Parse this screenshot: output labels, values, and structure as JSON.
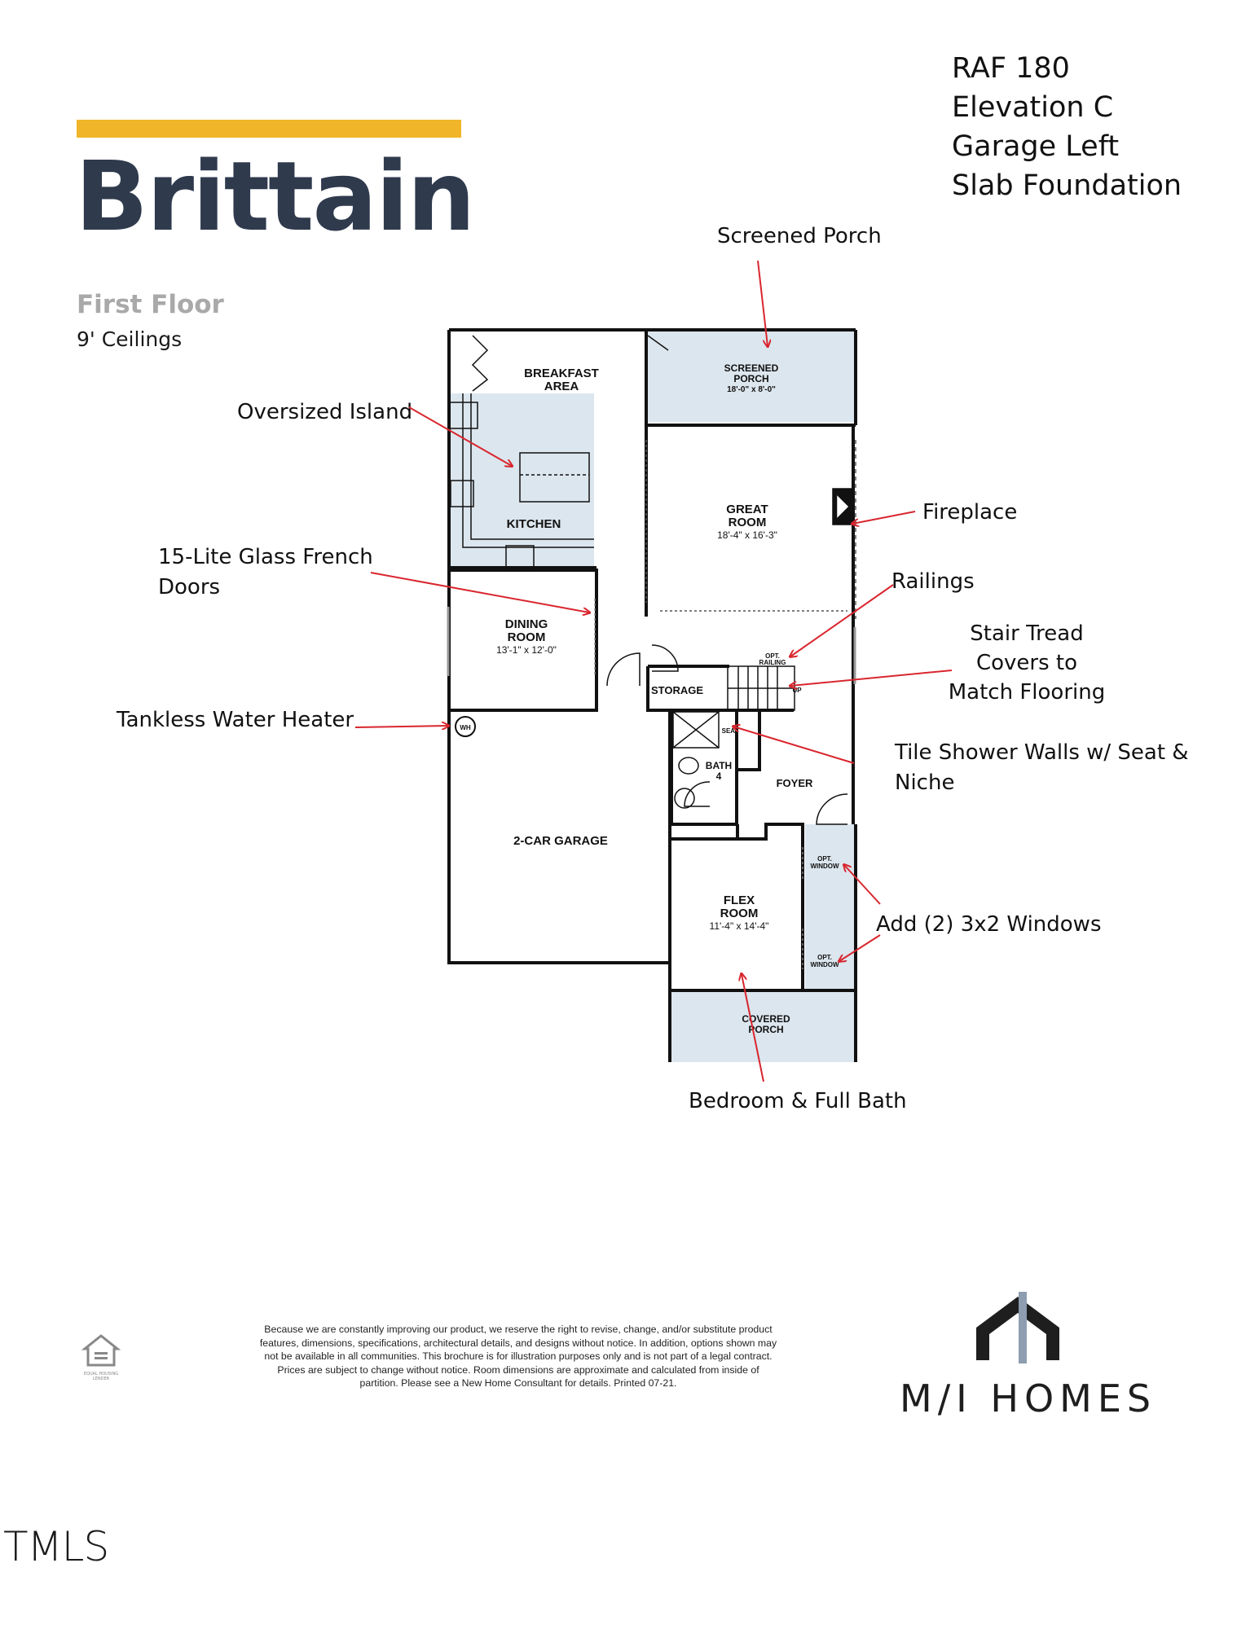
{
  "header": {
    "title": "Brittain",
    "floor": "First Floor",
    "ceilings": "9' Ceilings",
    "specs": [
      "RAF 180",
      "Elevation C",
      "Garage Left",
      "Slab Foundation"
    ],
    "accent_color": "#F0B528",
    "title_color": "#2F3A4D"
  },
  "callouts": {
    "screened_porch": "Screened Porch",
    "oversized_island": "Oversized Island",
    "fireplace": "Fireplace",
    "french_doors_1": "15-Lite Glass French",
    "french_doors_2": "Doors",
    "railings": "Railings",
    "stair_1": "Stair Tread",
    "stair_2": "Covers to",
    "stair_3": "Match Flooring",
    "water_heater": "Tankless Water Heater",
    "shower_1": "Tile Shower Walls w/ Seat &",
    "shower_2": "Niche",
    "windows": "Add (2) 3x2 Windows",
    "bedroom": "Bedroom & Full Bath",
    "arrow_color": "#D9262E"
  },
  "rooms": {
    "breakfast": [
      "BREAKFAST",
      "AREA"
    ],
    "screened_porch": [
      "SCREENED",
      "PORCH",
      "18'-0\" x 8'-0\""
    ],
    "kitchen": "KITCHEN",
    "great_room": [
      "GREAT",
      "ROOM",
      "18'-4\" x 16'-3\""
    ],
    "dining": [
      "DINING",
      "ROOM",
      "13'-1\" x 12'-0\""
    ],
    "storage": "STORAGE",
    "opt_railing": [
      "OPT.",
      "RAILING"
    ],
    "up": "UP",
    "wh": "WH",
    "seat": "SEAT",
    "bath": [
      "BATH",
      "4"
    ],
    "foyer": "FOYER",
    "garage": "2-CAR GARAGE",
    "flex": [
      "FLEX",
      "ROOM",
      "11'-4\" x 14'-4\""
    ],
    "opt_window": [
      "OPT.",
      "WINDOW"
    ],
    "covered_porch": [
      "COVERED",
      "PORCH"
    ]
  },
  "footer": {
    "disclaimer": [
      "Because we are constantly improving our product, we reserve the right to revise, change, and/or substitute product",
      "features, dimensions, specifications, architectural details, and designs without notice. In addition, options shown may",
      "not be available in all communities. This brochure is for illustration purposes only and is not part of a legal contract.",
      "Prices are subject to change without notice. Room dimensions are approximate and calculated from inside of",
      "partition. Please see a New Home Consultant for details. Printed 07-21."
    ],
    "brand": "M/I HOMES",
    "ehl_text": [
      "EQUAL HOUSING",
      "LENDER"
    ],
    "watermark": "TMLS"
  }
}
